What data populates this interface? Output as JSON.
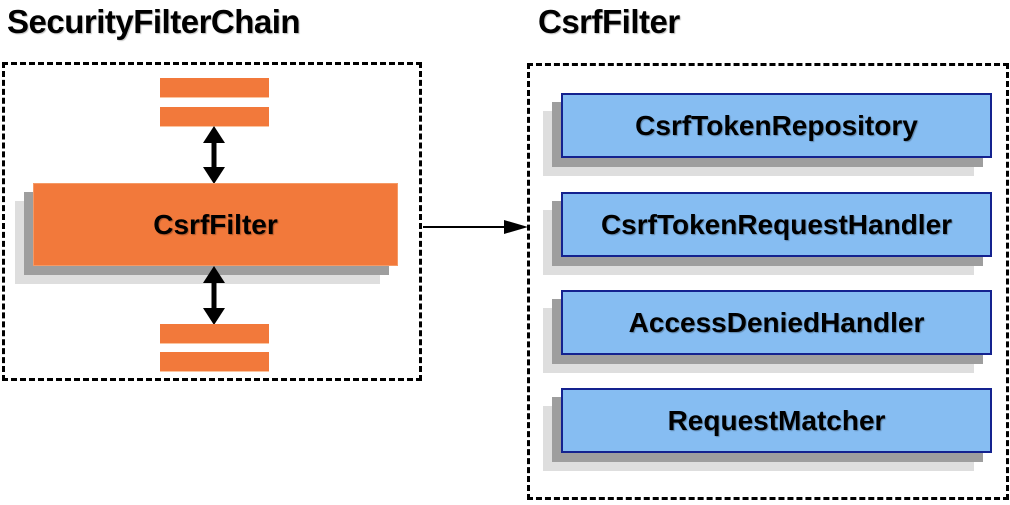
{
  "left_panel": {
    "title": "SecurityFilterChain",
    "filter_node_label": "CsrfFilter"
  },
  "right_panel": {
    "title": "CsrfFilter",
    "components": [
      {
        "label": "CsrfTokenRepository"
      },
      {
        "label": "CsrfTokenRequestHandler"
      },
      {
        "label": "AccessDeniedHandler"
      },
      {
        "label": "RequestMatcher"
      }
    ]
  },
  "colors": {
    "filter_orange": "#F2793B",
    "component_blue": "#86BDF2",
    "component_border": "#14228F",
    "shadow_dark": "#9E9E9E",
    "shadow_light": "#DEDEDE",
    "arrow_black": "#000000"
  }
}
